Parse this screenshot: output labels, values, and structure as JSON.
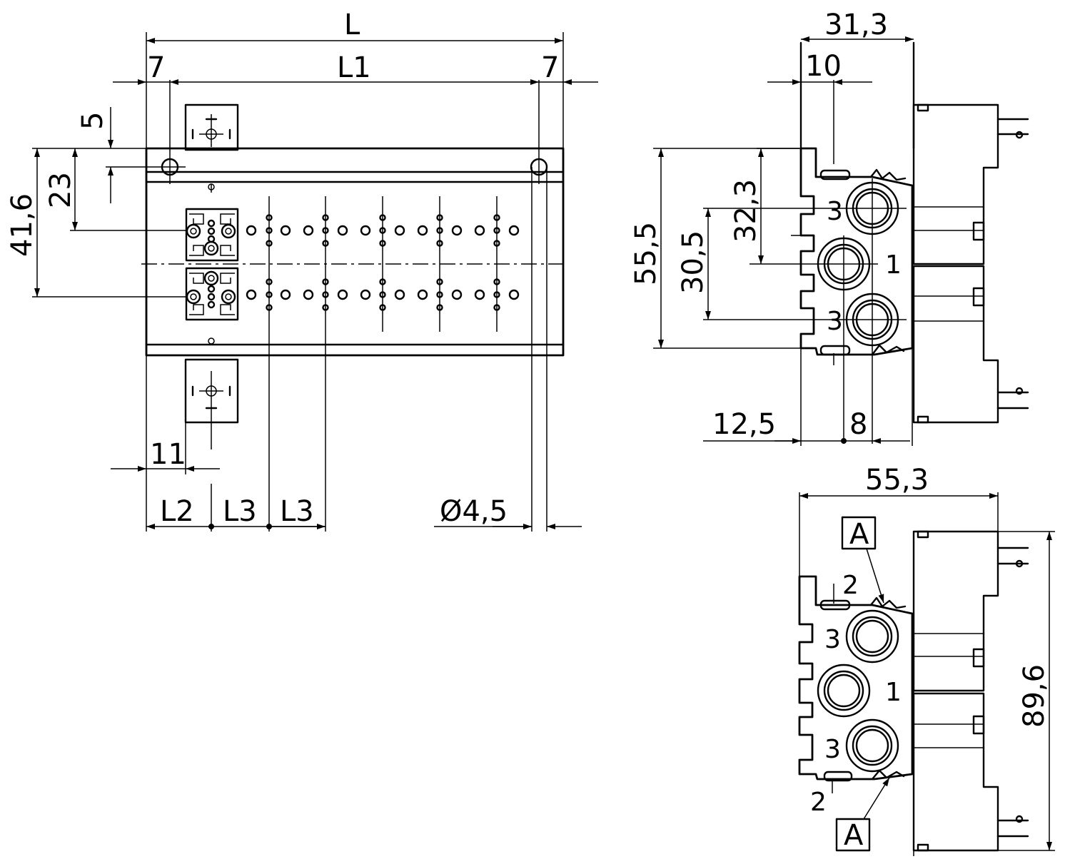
{
  "front_view": {
    "dims": {
      "L": "L",
      "L1": "L1",
      "left_offset": "7",
      "right_offset": "7",
      "hole_offset": "5",
      "width_23": "23",
      "width_41_6": "41,6",
      "bracket_offset": "11",
      "pitch_L2": "L2",
      "pitch_L3_a": "L3",
      "pitch_L3_b": "L3",
      "hole_dia": "Ø4,5"
    }
  },
  "side_view": {
    "dims": {
      "depth_31_3": "31,3",
      "depth_10": "10",
      "height_55_5": "55,5",
      "height_32_3": "32,3",
      "height_30_5": "30,5",
      "offset_12_5": "12,5",
      "offset_8": "8"
    },
    "ports": {
      "top": "3",
      "center": "1",
      "bottom": "3"
    }
  },
  "end_view": {
    "dims": {
      "width_55_3": "55,3",
      "height_89_6": "89,6"
    },
    "ports": {
      "top": "3",
      "center": "1",
      "bottom": "3",
      "work_top": "2",
      "work_bottom": "2"
    },
    "detail_labels": {
      "top": "A",
      "bottom": "A"
    }
  }
}
